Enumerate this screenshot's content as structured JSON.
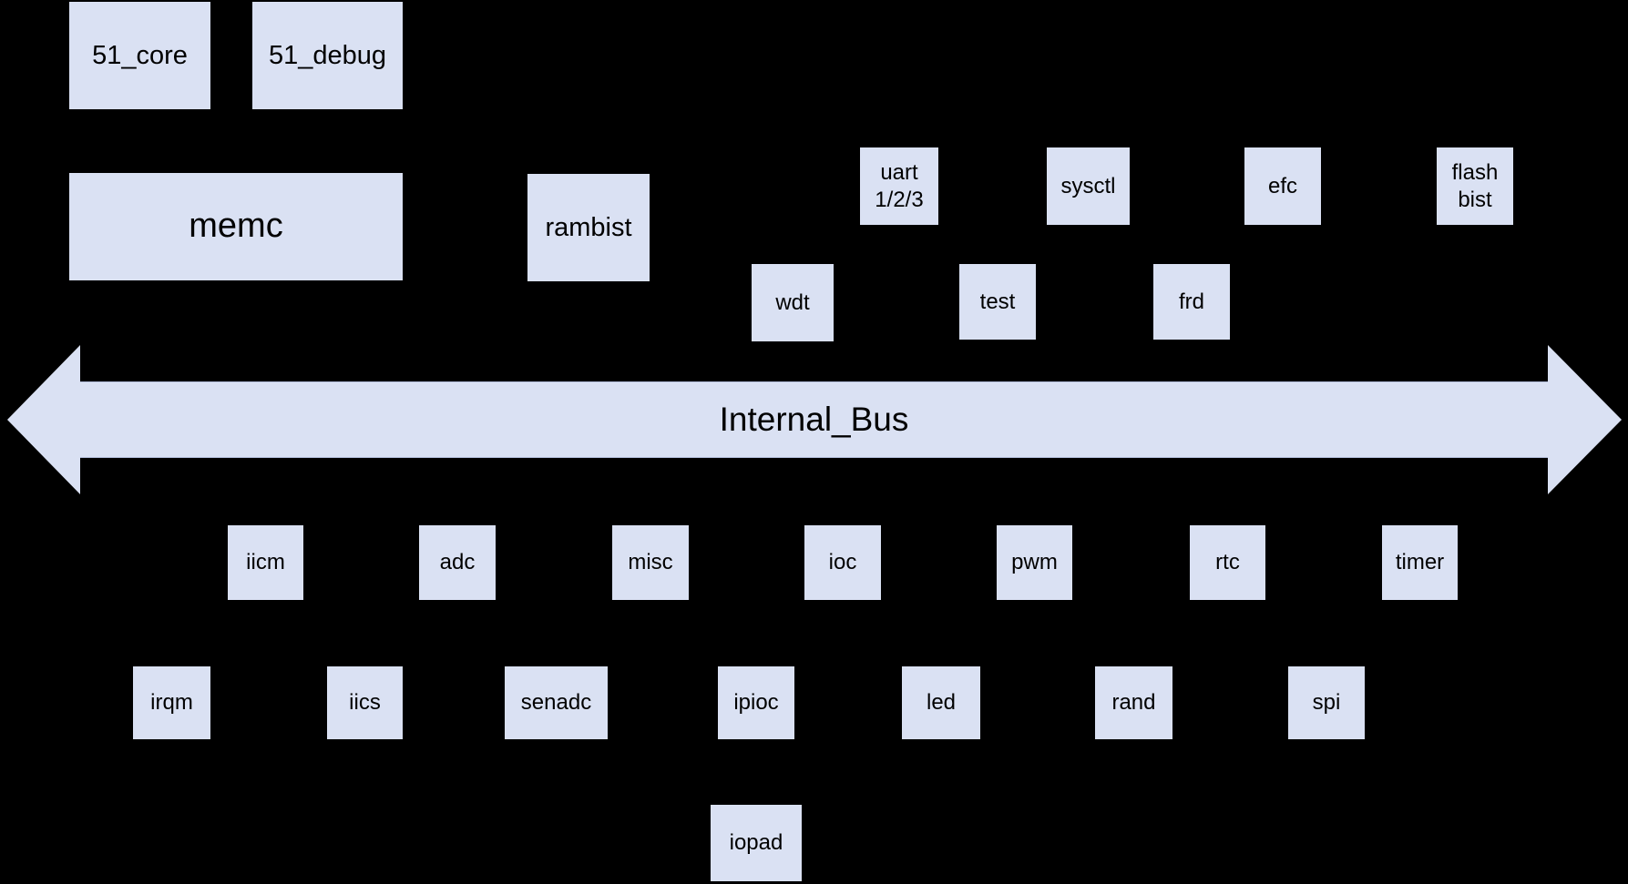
{
  "diagram": {
    "background_color": "#000000",
    "node_fill_color": "#dae1f3",
    "node_text_color": "#000000",
    "bus": {
      "label": "Internal_Bus"
    },
    "nodes": {
      "core": {
        "label": "51_core"
      },
      "debug": {
        "label": "51_debug"
      },
      "memc": {
        "label": "memc"
      },
      "rambist": {
        "label": "rambist"
      },
      "uart": {
        "label": "uart\n1/2/3"
      },
      "sysctl": {
        "label": "sysctl"
      },
      "efc": {
        "label": "efc"
      },
      "flashbist": {
        "label": "flash\nbist"
      },
      "wdt": {
        "label": "wdt"
      },
      "test": {
        "label": "test"
      },
      "frd": {
        "label": "frd"
      },
      "iicm": {
        "label": "iicm"
      },
      "adc": {
        "label": "adc"
      },
      "misc": {
        "label": "misc"
      },
      "ioc": {
        "label": "ioc"
      },
      "pwm": {
        "label": "pwm"
      },
      "rtc": {
        "label": "rtc"
      },
      "timer": {
        "label": "timer"
      },
      "irqm": {
        "label": "irqm"
      },
      "iics": {
        "label": "iics"
      },
      "senadc": {
        "label": "senadc"
      },
      "ipioc": {
        "label": "ipioc"
      },
      "led": {
        "label": "led"
      },
      "rand": {
        "label": "rand"
      },
      "spi": {
        "label": "spi"
      },
      "iopad": {
        "label": "iopad"
      }
    }
  }
}
